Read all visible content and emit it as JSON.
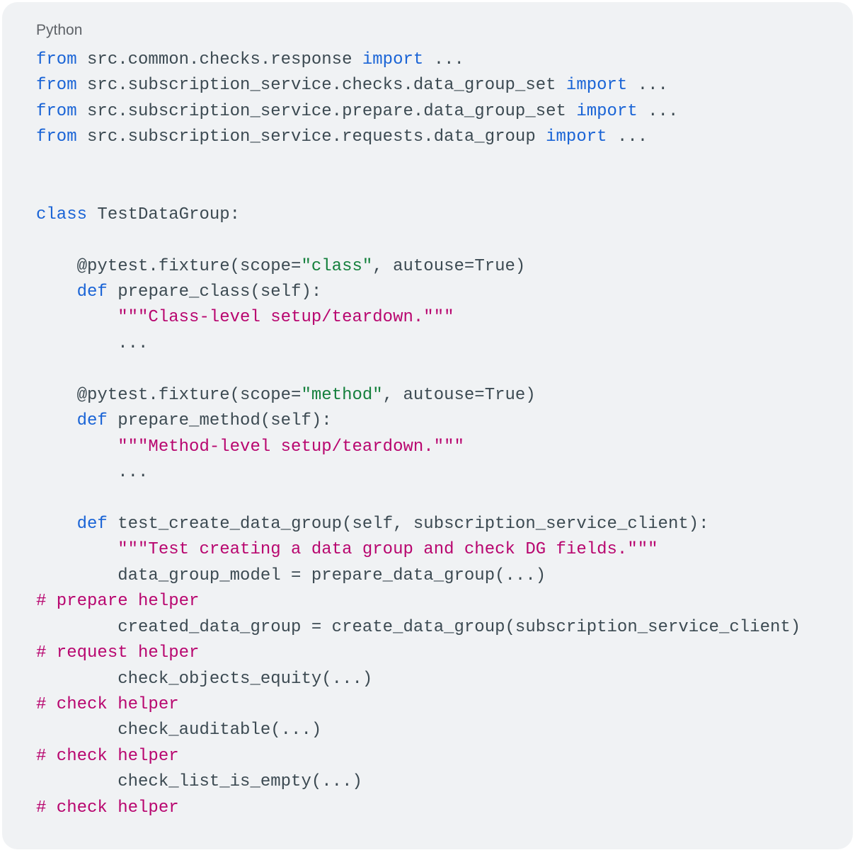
{
  "language_label": "Python",
  "colors": {
    "keyword": "#1a64d6",
    "string": "#15803d",
    "docstring": "#b8066f",
    "comment": "#b8066f",
    "text": "#3c4a52",
    "background": "#f0f2f4"
  },
  "code_lines": [
    [
      [
        "kw",
        "from"
      ],
      [
        "tx",
        " src.common.checks.response "
      ],
      [
        "kw",
        "import"
      ],
      [
        "tx",
        " ..."
      ]
    ],
    [
      [
        "kw",
        "from"
      ],
      [
        "tx",
        " src.subscription_service.checks.data_group_set "
      ],
      [
        "kw",
        "import"
      ],
      [
        "tx",
        " ..."
      ]
    ],
    [
      [
        "kw",
        "from"
      ],
      [
        "tx",
        " src.subscription_service.prepare.data_group_set "
      ],
      [
        "kw",
        "import"
      ],
      [
        "tx",
        " ..."
      ]
    ],
    [
      [
        "kw",
        "from"
      ],
      [
        "tx",
        " src.subscription_service.requests.data_group "
      ],
      [
        "kw",
        "import"
      ],
      [
        "tx",
        " ..."
      ]
    ],
    [],
    [],
    [
      [
        "kw",
        "class"
      ],
      [
        "tx",
        " TestDataGroup:"
      ]
    ],
    [],
    [
      [
        "tx",
        "    @pytest.fixture(scope="
      ],
      [
        "str",
        "\"class\""
      ],
      [
        "tx",
        ", autouse=True)"
      ]
    ],
    [
      [
        "tx",
        "    "
      ],
      [
        "kw",
        "def"
      ],
      [
        "tx",
        " prepare_class(self):"
      ]
    ],
    [
      [
        "tx",
        "        "
      ],
      [
        "doc",
        "\"\"\"Class-level setup/teardown.\"\"\""
      ]
    ],
    [
      [
        "tx",
        "        ..."
      ]
    ],
    [],
    [
      [
        "tx",
        "    @pytest.fixture(scope="
      ],
      [
        "str",
        "\"method\""
      ],
      [
        "tx",
        ", autouse=True)"
      ]
    ],
    [
      [
        "tx",
        "    "
      ],
      [
        "kw",
        "def"
      ],
      [
        "tx",
        " prepare_method(self):"
      ]
    ],
    [
      [
        "tx",
        "        "
      ],
      [
        "doc",
        "\"\"\"Method-level setup/teardown.\"\"\""
      ]
    ],
    [
      [
        "tx",
        "        ..."
      ]
    ],
    [],
    [
      [
        "tx",
        "    "
      ],
      [
        "kw",
        "def"
      ],
      [
        "tx",
        " test_create_data_group(self, subscription_service_client):"
      ]
    ],
    [
      [
        "tx",
        "        "
      ],
      [
        "doc",
        "\"\"\"Test creating a data group and check DG fields.\"\"\""
      ]
    ],
    [
      [
        "tx",
        "        data_group_model = prepare_data_group(...)"
      ]
    ],
    [
      [
        "cm",
        "# prepare helper"
      ]
    ],
    [
      [
        "tx",
        "        created_data_group = create_data_group(subscription_service_client)"
      ]
    ],
    [
      [
        "cm",
        "# request helper"
      ]
    ],
    [
      [
        "tx",
        "        check_objects_equity(...)"
      ]
    ],
    [
      [
        "cm",
        "# check helper"
      ]
    ],
    [
      [
        "tx",
        "        check_auditable(...)"
      ]
    ],
    [
      [
        "cm",
        "# check helper"
      ]
    ],
    [
      [
        "tx",
        "        check_list_is_empty(...)"
      ]
    ],
    [
      [
        "cm",
        "# check helper"
      ]
    ]
  ]
}
